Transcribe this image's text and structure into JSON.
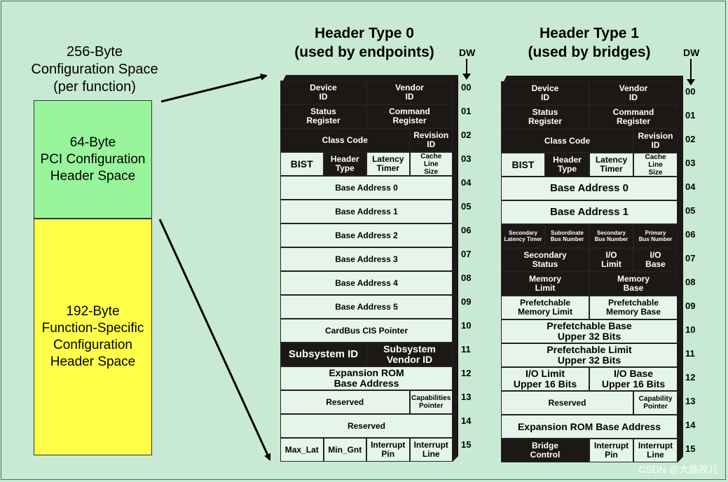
{
  "left": {
    "title": "256-Byte\nConfiguration Space\n(per function)",
    "header_box": "64-Byte\nPCI Configuration\nHeader Space",
    "function_box": "192-Byte\nFunction-Specific\nConfiguration\nHeader Space"
  },
  "type0": {
    "title": "Header Type 0\n(used by endpoints)",
    "dw_label": "DW",
    "rows": [
      {
        "dw": "00",
        "cells": [
          {
            "t": "Device\nID",
            "w": 2,
            "d": 1
          },
          {
            "t": "Vendor\nID",
            "w": 2,
            "d": 1
          }
        ]
      },
      {
        "dw": "01",
        "cells": [
          {
            "t": "Status\nRegister",
            "w": 2,
            "d": 1
          },
          {
            "t": "Command\nRegister",
            "w": 2,
            "d": 1
          }
        ]
      },
      {
        "dw": "02",
        "cells": [
          {
            "t": "Class Code",
            "w": 3,
            "d": 1
          },
          {
            "t": "Revision\nID",
            "w": 1,
            "d": 1
          }
        ]
      },
      {
        "dw": "03",
        "cells": [
          {
            "t": "BIST",
            "w": 1,
            "d": 0,
            "s": 14
          },
          {
            "t": "Header\nType",
            "w": 1,
            "d": 1
          },
          {
            "t": "Latency\nTimer",
            "w": 1,
            "d": 0
          },
          {
            "t": "Cache\nLine\nSize",
            "w": 1,
            "d": 0,
            "s": 10
          }
        ]
      },
      {
        "dw": "04",
        "cells": [
          {
            "t": "Base Address 0",
            "w": 4,
            "d": 0
          }
        ]
      },
      {
        "dw": "05",
        "cells": [
          {
            "t": "Base Address 1",
            "w": 4,
            "d": 0
          }
        ]
      },
      {
        "dw": "06",
        "cells": [
          {
            "t": "Base Address 2",
            "w": 4,
            "d": 0
          }
        ]
      },
      {
        "dw": "07",
        "cells": [
          {
            "t": "Base Address 3",
            "w": 4,
            "d": 0
          }
        ]
      },
      {
        "dw": "08",
        "cells": [
          {
            "t": "Base Address 4",
            "w": 4,
            "d": 0
          }
        ]
      },
      {
        "dw": "09",
        "cells": [
          {
            "t": "Base Address 5",
            "w": 4,
            "d": 0
          }
        ]
      },
      {
        "dw": "10",
        "cells": [
          {
            "t": "CardBus CIS Pointer",
            "w": 4,
            "d": 0
          }
        ]
      },
      {
        "dw": "11",
        "cells": [
          {
            "t": "Subsystem ID",
            "w": 2,
            "d": 1,
            "s": 15
          },
          {
            "t": "Subsystem\nVendor ID",
            "w": 2,
            "d": 1,
            "s": 14
          }
        ]
      },
      {
        "dw": "12",
        "cells": [
          {
            "t": "Expansion ROM\nBase Address",
            "w": 4,
            "d": 0,
            "s": 14
          }
        ]
      },
      {
        "dw": "13",
        "cells": [
          {
            "t": "Reserved",
            "w": 3,
            "d": 0
          },
          {
            "t": "Capabilities\nPointer",
            "w": 1,
            "d": 0,
            "s": 10
          }
        ]
      },
      {
        "dw": "14",
        "cells": [
          {
            "t": "Reserved",
            "w": 4,
            "d": 0
          }
        ]
      },
      {
        "dw": "15",
        "cells": [
          {
            "t": "Max_Lat",
            "w": 1,
            "d": 0
          },
          {
            "t": "Min_Gnt",
            "w": 1,
            "d": 0
          },
          {
            "t": "Interrupt\nPin",
            "w": 1,
            "d": 0
          },
          {
            "t": "Interrupt\nLine",
            "w": 1,
            "d": 0
          }
        ]
      }
    ]
  },
  "type1": {
    "title": "Header Type 1\n(used by bridges)",
    "dw_label": "DW",
    "rows": [
      {
        "dw": "00",
        "cells": [
          {
            "t": "Device\nID",
            "w": 2,
            "d": 1
          },
          {
            "t": "Vendor\nID",
            "w": 2,
            "d": 1
          }
        ]
      },
      {
        "dw": "01",
        "cells": [
          {
            "t": "Status\nRegister",
            "w": 2,
            "d": 1
          },
          {
            "t": "Command\nRegister",
            "w": 2,
            "d": 1
          }
        ]
      },
      {
        "dw": "02",
        "cells": [
          {
            "t": "Class Code",
            "w": 3,
            "d": 1
          },
          {
            "t": "Revision\nID",
            "w": 1,
            "d": 1
          }
        ]
      },
      {
        "dw": "03",
        "cells": [
          {
            "t": "BIST",
            "w": 1,
            "d": 0,
            "s": 14
          },
          {
            "t": "Header\nType",
            "w": 1,
            "d": 1
          },
          {
            "t": "Latency\nTimer",
            "w": 1,
            "d": 0
          },
          {
            "t": "Cache\nLine\nSize",
            "w": 1,
            "d": 0,
            "s": 10
          }
        ]
      },
      {
        "dw": "04",
        "cells": [
          {
            "t": "Base Address 0",
            "w": 4,
            "d": 0,
            "s": 15
          }
        ]
      },
      {
        "dw": "05",
        "cells": [
          {
            "t": "Base Address 1",
            "w": 4,
            "d": 0,
            "s": 15
          }
        ]
      },
      {
        "dw": "06",
        "cells": [
          {
            "t": "Secondary\nLatency Timer",
            "w": 1,
            "d": 1,
            "s": 8
          },
          {
            "t": "Subordinate\nBus Number",
            "w": 1,
            "d": 1,
            "s": 8
          },
          {
            "t": "Secondary\nBus Number",
            "w": 1,
            "d": 1,
            "s": 8
          },
          {
            "t": "Primary\nBus Number",
            "w": 1,
            "d": 1,
            "s": 8
          }
        ]
      },
      {
        "dw": "07",
        "cells": [
          {
            "t": "Secondary\nStatus",
            "w": 2,
            "d": 1
          },
          {
            "t": "I/O\nLimit",
            "w": 1,
            "d": 1
          },
          {
            "t": "I/O\nBase",
            "w": 1,
            "d": 1
          }
        ]
      },
      {
        "dw": "08",
        "cells": [
          {
            "t": "Memory\nLimit",
            "w": 2,
            "d": 1
          },
          {
            "t": "Memory\nBase",
            "w": 2,
            "d": 1
          }
        ]
      },
      {
        "dw": "09",
        "cells": [
          {
            "t": "Prefetchable\nMemory Limit",
            "w": 2,
            "d": 0
          },
          {
            "t": "Prefetchable\nMemory Base",
            "w": 2,
            "d": 0
          }
        ]
      },
      {
        "dw": "10",
        "cells": [
          {
            "t": "Prefetchable Base\nUpper 32 Bits",
            "w": 4,
            "d": 0,
            "s": 14
          }
        ]
      },
      {
        "dw": "11",
        "cells": [
          {
            "t": "Prefetchable Limit\nUpper 32 Bits",
            "w": 4,
            "d": 0,
            "s": 14
          }
        ]
      },
      {
        "dw": "12",
        "cells": [
          {
            "t": "I/O Limit\nUpper 16 Bits",
            "w": 2,
            "d": 0,
            "s": 14
          },
          {
            "t": "I/O Base\nUpper 16 Bits",
            "w": 2,
            "d": 0,
            "s": 14
          }
        ]
      },
      {
        "dw": "13",
        "cells": [
          {
            "t": "Reserved",
            "w": 3,
            "d": 0
          },
          {
            "t": "Capability\nPointer",
            "w": 1,
            "d": 0,
            "s": 10
          }
        ]
      },
      {
        "dw": "14",
        "cells": [
          {
            "t": "Expansion ROM Base Address",
            "w": 4,
            "d": 0,
            "s": 14
          }
        ]
      },
      {
        "dw": "15",
        "cells": [
          {
            "t": "Bridge\nControl",
            "w": 2,
            "d": 1
          },
          {
            "t": "Interrupt\nPin",
            "w": 1,
            "d": 0
          },
          {
            "t": "Interrupt\nLine",
            "w": 1,
            "d": 0
          }
        ]
      }
    ]
  },
  "watermark": "CSDN @大旆衩儿"
}
